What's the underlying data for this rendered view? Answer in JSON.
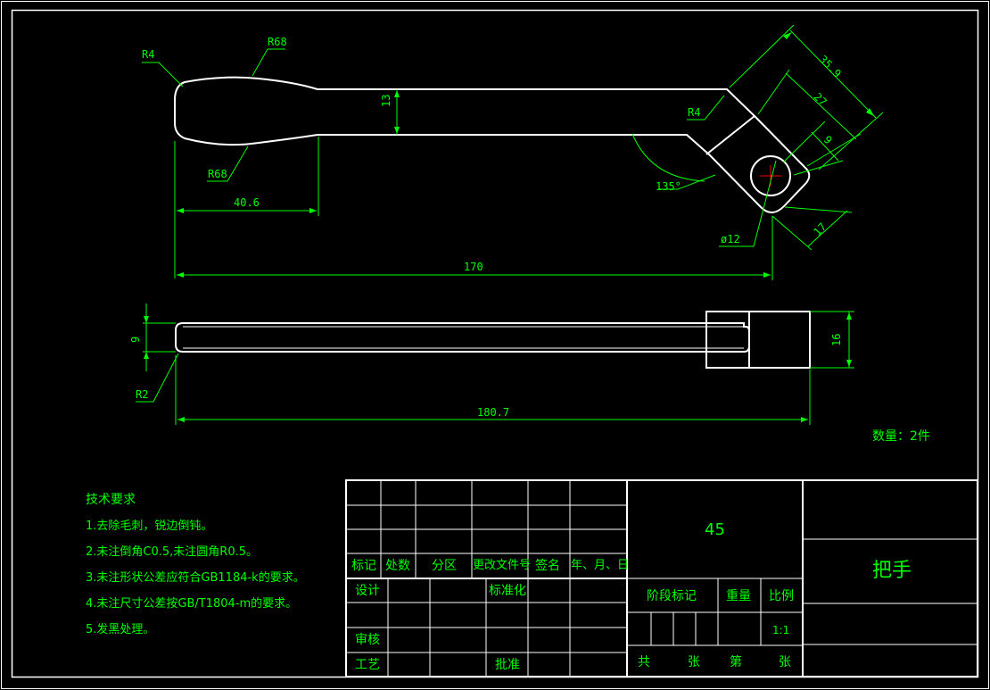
{
  "dimensions": {
    "r4_left": "R4",
    "r68_top": "R68",
    "r68_bottom": "R68",
    "thickness_13": "13",
    "len_40_6": "40.6",
    "len_170": "170",
    "r4_right": "R4",
    "angle_135": "135°",
    "d_35_9": "35.9",
    "d_27": "27",
    "d_9_top": "9",
    "d_17": "17",
    "hole_dia": "ø12",
    "side_9": "9",
    "side_16": "16",
    "side_r2": "R2",
    "len_180_7": "180.7"
  },
  "quantity_note": "数量：2件",
  "tech_requirements": {
    "title": "技术要求",
    "items": [
      "1.去除毛刺，锐边倒钝。",
      "2.未注倒角C0.5,未注圆角R0.5。",
      "3.未注形状公差应符合GB1184-k的要求。",
      "4.未注尺寸公差按GB/T1804-m的要求。",
      "5.发黑处理。"
    ]
  },
  "title_block": {
    "col_headers": [
      "标记",
      "处数",
      "分区",
      "更改文件号",
      "签名",
      "年、月、日"
    ],
    "design": "设计",
    "standardization": "标准化",
    "review": "审核",
    "process": "工艺",
    "approve": "批准",
    "material": "45",
    "stage_mark": "阶段标记",
    "weight": "重量",
    "scale_label": "比例",
    "scale_value": "1:1",
    "sheets_total": "共",
    "sheets_unit": "张",
    "sheet_no": "第",
    "sheet_no_unit": "张",
    "part_name": "把手"
  },
  "colors": {
    "background": "#000000",
    "outline": "#ffffff",
    "dimension": "#00ff00",
    "centerline": "#ff0000"
  }
}
